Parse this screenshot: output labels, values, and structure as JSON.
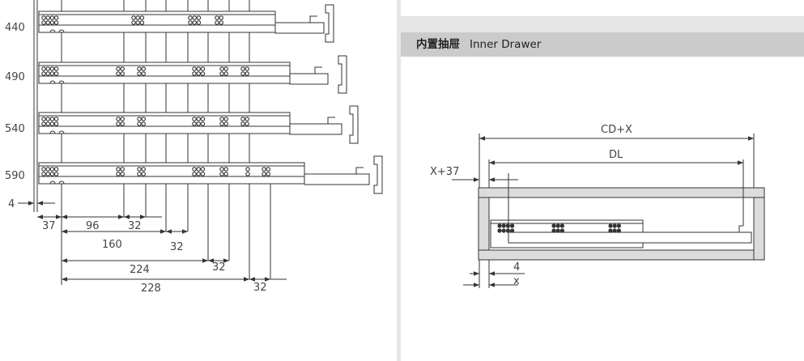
{
  "left": {
    "row_labels": [
      "440",
      "490",
      "540",
      "590"
    ],
    "side_label": "4",
    "dims": {
      "d37": "37",
      "d96": "96",
      "d32a": "32",
      "d160": "160",
      "d32b": "32",
      "d224": "224",
      "d32c": "32",
      "d228": "228",
      "d32d": "32"
    }
  },
  "right": {
    "title_cn": "内置抽屉",
    "title_en": "Inner Drawer",
    "labels": {
      "cdx": "CD+X",
      "dl": "DL",
      "x37": "X+37",
      "four": "4",
      "x": "x"
    }
  }
}
